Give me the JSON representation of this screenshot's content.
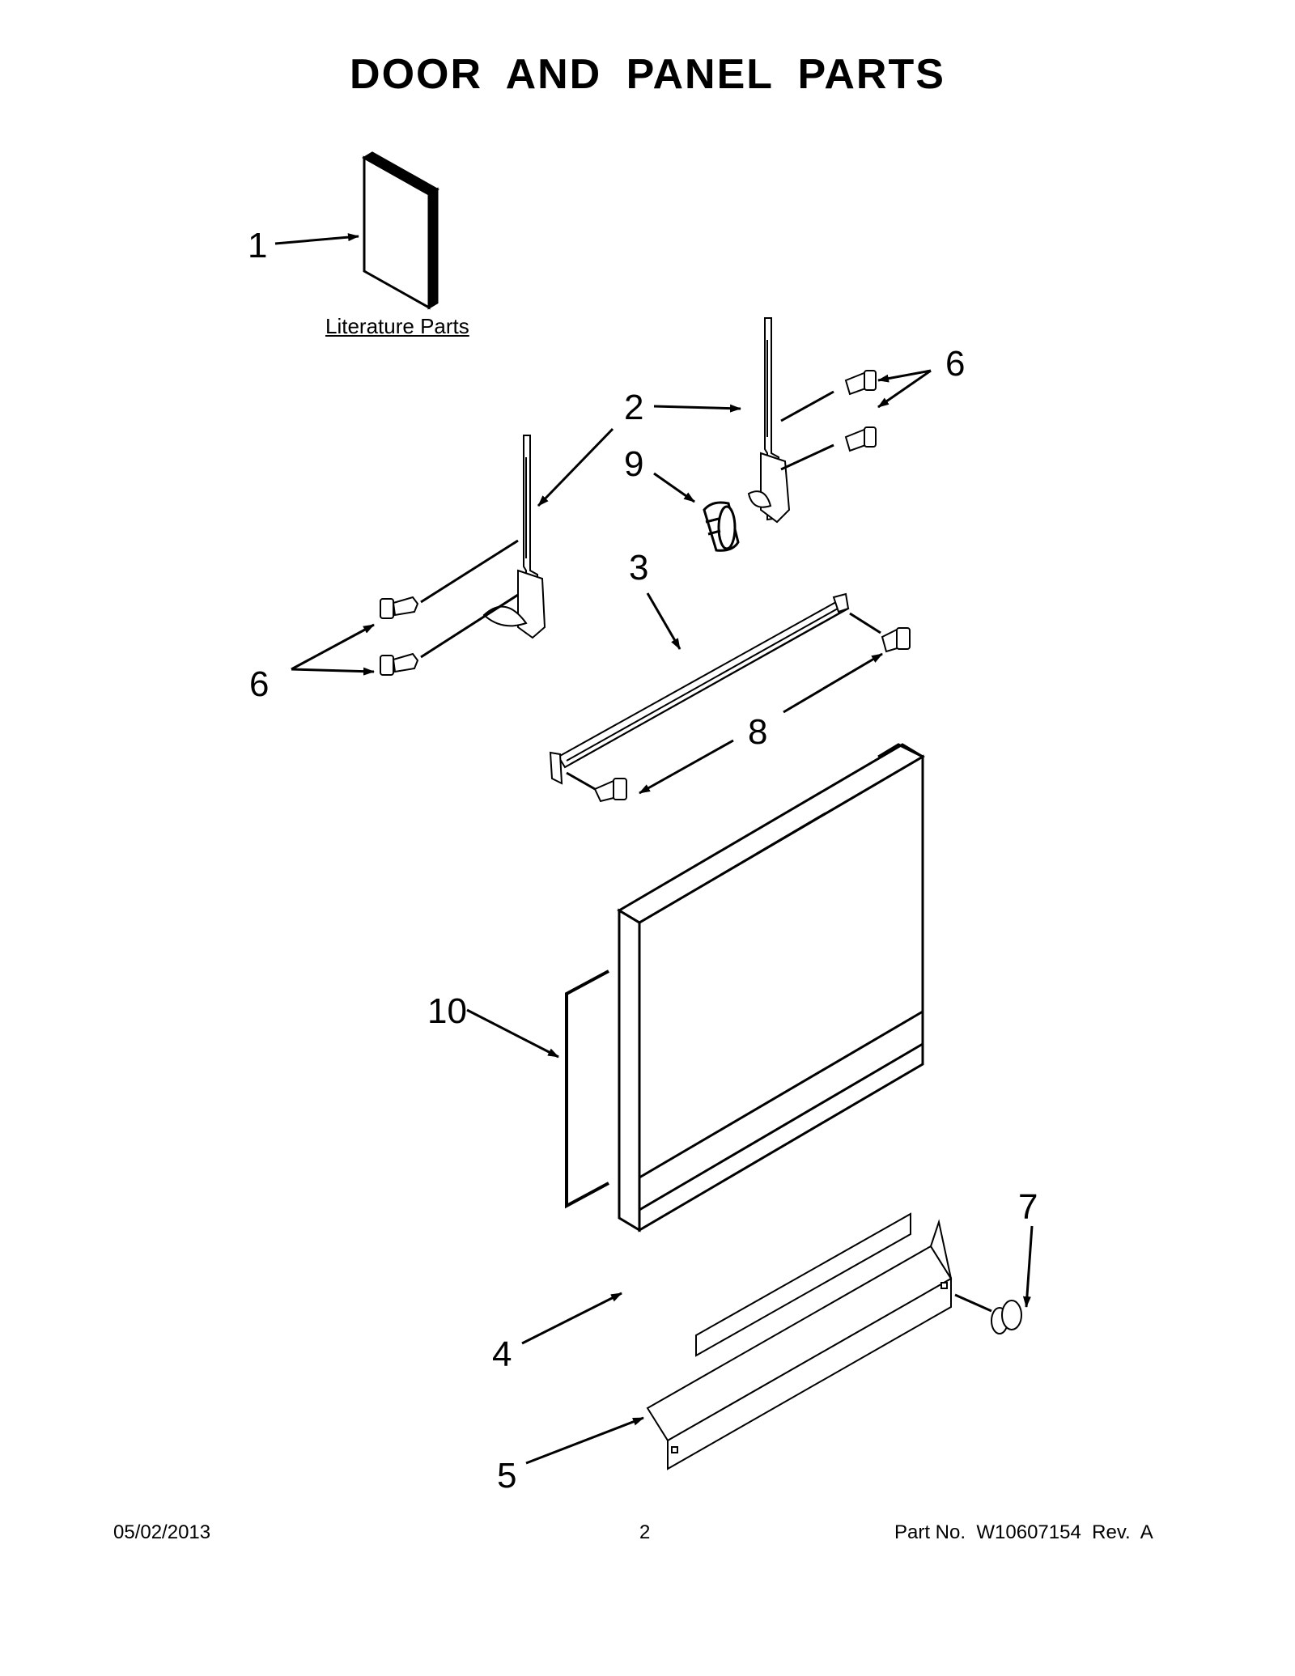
{
  "title": "DOOR AND PANEL PARTS",
  "literature_label": "Literature Parts",
  "callouts": {
    "c1": "1",
    "c2": "2",
    "c3": "3",
    "c4": "4",
    "c5": "5",
    "c6a": "6",
    "c6b": "6",
    "c7": "7",
    "c8": "8",
    "c9": "9",
    "c10": "10"
  },
  "footer": {
    "date": "05/02/2013",
    "page": "2",
    "part_no": "Part No.  W10607154  Rev.  A"
  }
}
